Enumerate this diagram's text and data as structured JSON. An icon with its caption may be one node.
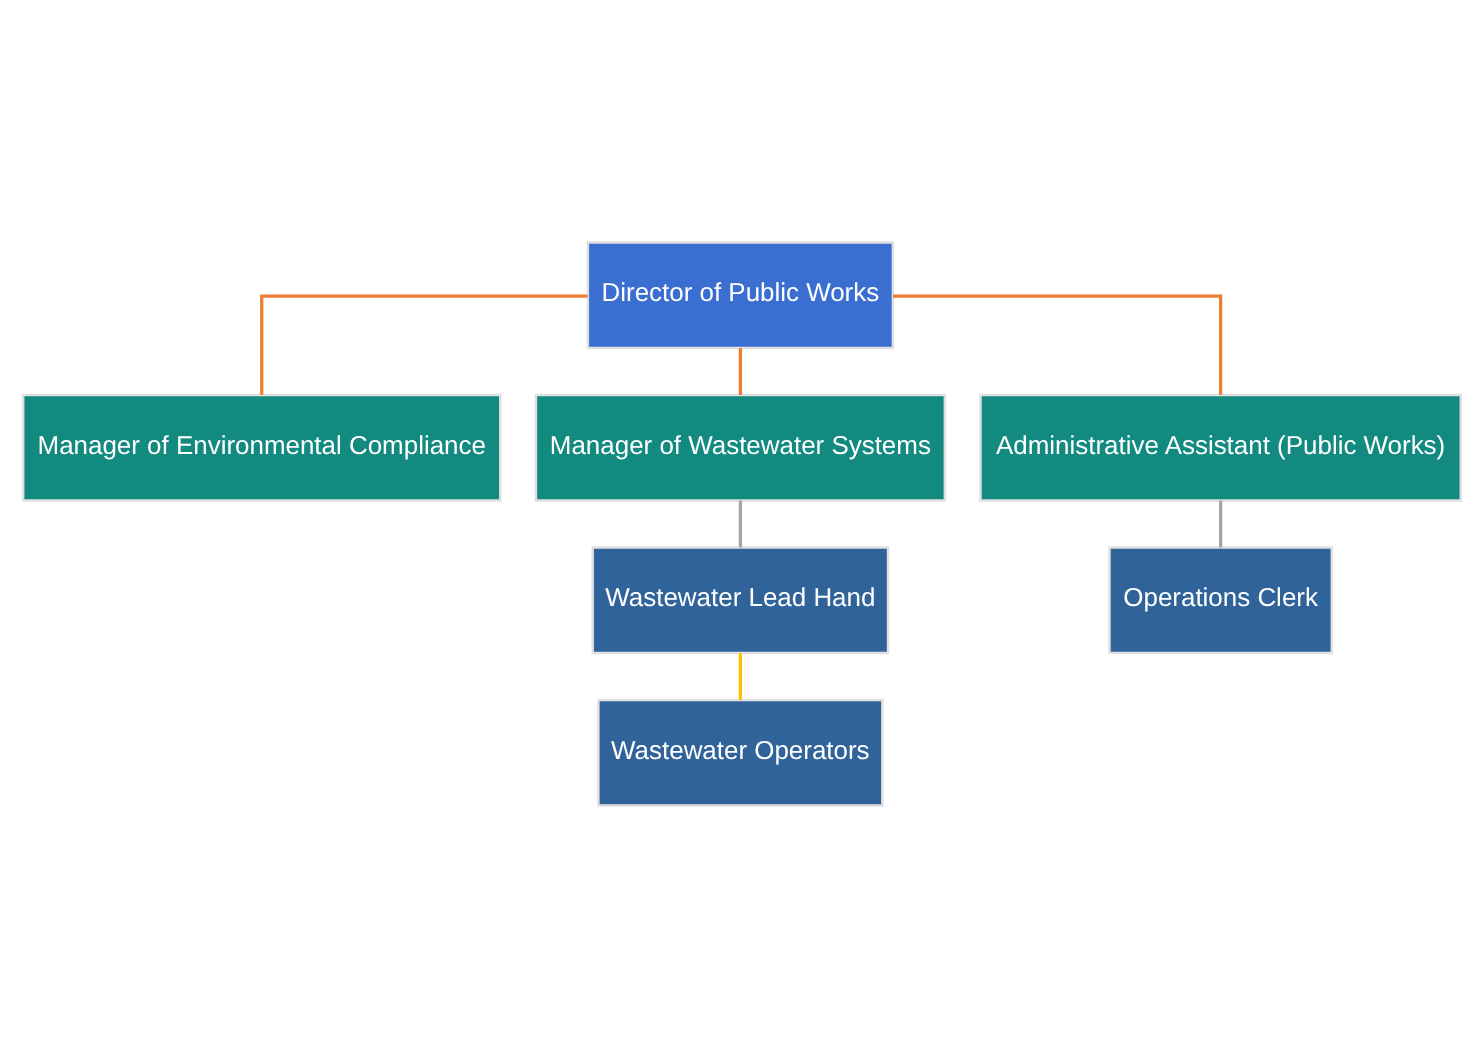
{
  "diagram": {
    "nodes": [
      {
        "text": [
          "Director of Public Works"
        ]
      },
      {
        "text": [
          "Manager of Environmental Compliance"
        ]
      },
      {
        "text": [
          "Manager of Wastewater Systems"
        ]
      },
      {
        "text": [
          "Administrative Assistant (Public Works)"
        ]
      },
      {
        "text": [
          "Wastewater Lead Hand"
        ]
      },
      {
        "text": [
          "Operations Clerk"
        ]
      },
      {
        "text": [
          "Wastewater Operators"
        ]
      }
    ],
    "edges": [
      {
        "from": 0,
        "to": 1,
        "arrow": "none",
        "color": "#ed7d31"
      },
      {
        "from": 0,
        "to": 2,
        "arrow": "none",
        "color": "#ed7d31"
      },
      {
        "from": 0,
        "to": 3,
        "arrow": "none",
        "color": "#ed7d31"
      },
      {
        "from": 2,
        "to": 4,
        "arrow": "none",
        "color": "#a5a5a5"
      },
      {
        "from": 3,
        "to": 5,
        "arrow": "none",
        "color": "#a5a5a5"
      },
      {
        "from": 4,
        "to": 6,
        "arrow": "none",
        "color": "#ffc000"
      }
    ]
  }
}
